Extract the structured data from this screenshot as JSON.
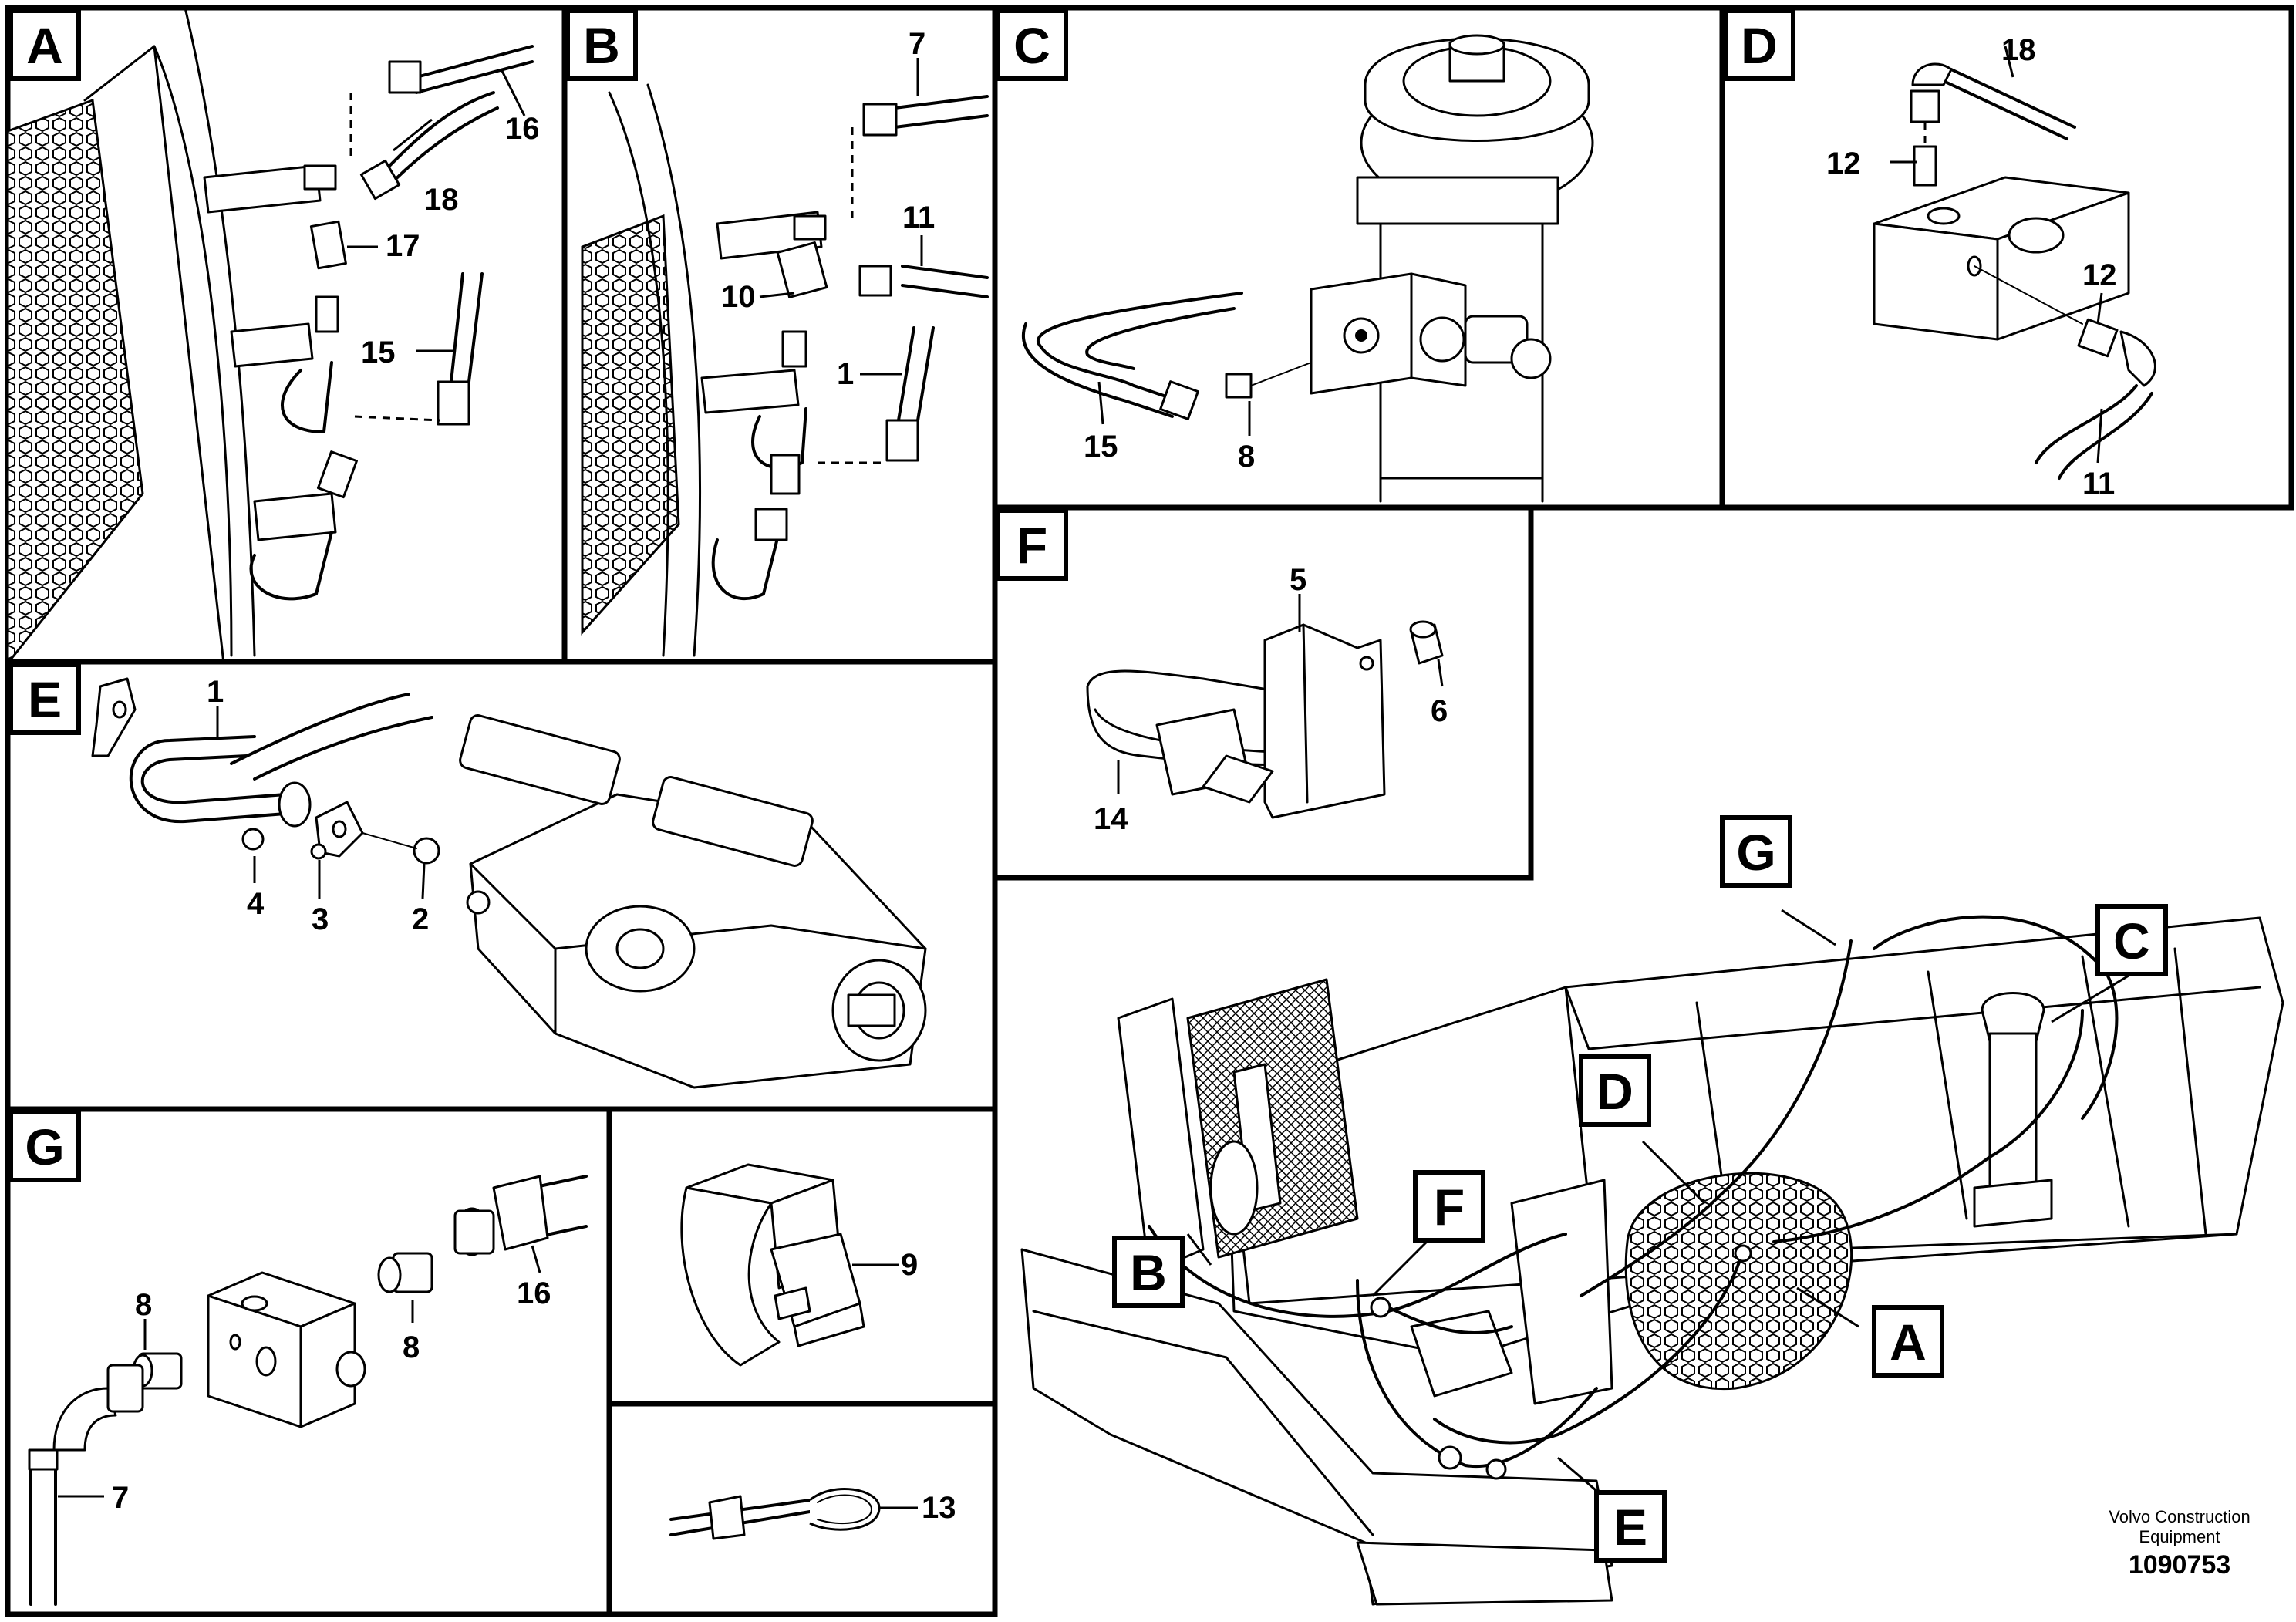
{
  "panels": {
    "A": {
      "label": "A",
      "callouts": [
        "16",
        "18",
        "17",
        "15"
      ]
    },
    "B": {
      "label": "B",
      "callouts": [
        "7",
        "11",
        "10",
        "1"
      ]
    },
    "C": {
      "label": "C",
      "callouts": [
        "15",
        "8"
      ]
    },
    "D": {
      "label": "D",
      "callouts": [
        "18",
        "12",
        "12",
        "11"
      ]
    },
    "E": {
      "label": "E",
      "callouts": [
        "1",
        "4",
        "3",
        "2"
      ]
    },
    "F": {
      "label": "F",
      "callouts": [
        "5",
        "6",
        "14"
      ]
    },
    "G": {
      "label": "G",
      "callouts": [
        "8",
        "8",
        "16",
        "7"
      ]
    },
    "clip": {
      "callouts": [
        "9"
      ]
    },
    "tie": {
      "callouts": [
        "13"
      ]
    }
  },
  "overview": {
    "tags": [
      "G",
      "C",
      "D",
      "F",
      "B",
      "A",
      "E"
    ]
  },
  "footer": {
    "brand_line1": "Volvo Construction",
    "brand_line2": "Equipment",
    "ref_number": "1090753"
  }
}
